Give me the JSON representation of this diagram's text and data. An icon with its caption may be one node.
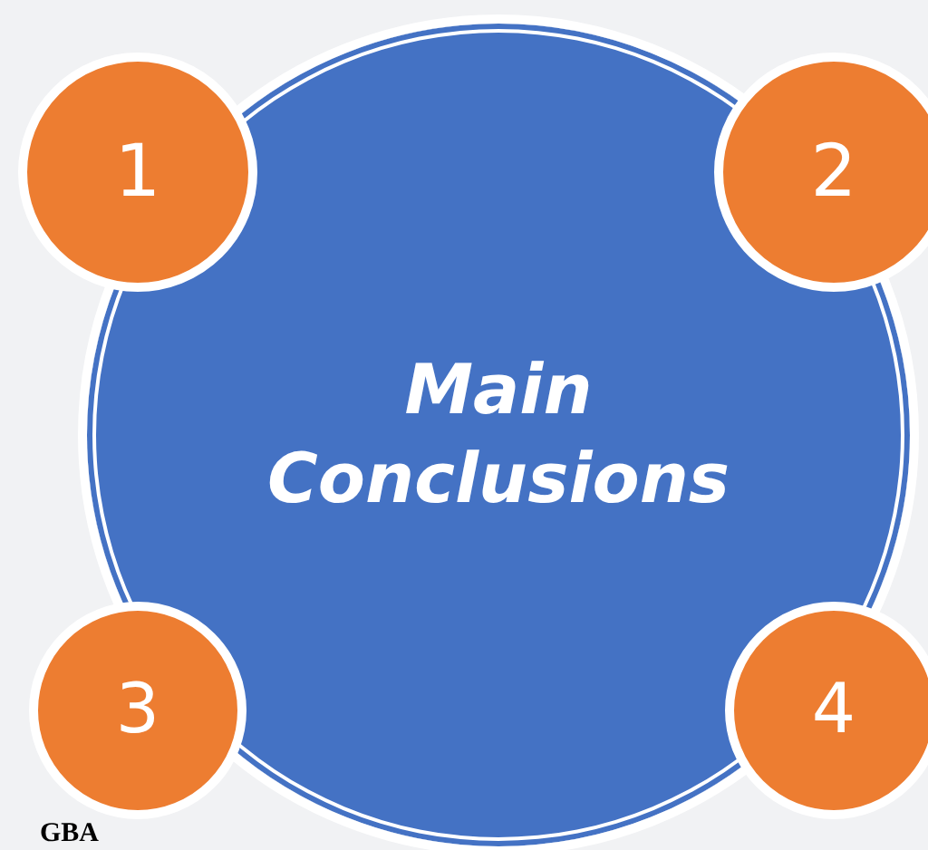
{
  "diagram": {
    "nodes": [
      {
        "text": [
          "Main Conclusions"
        ]
      },
      {
        "text": [
          "1"
        ]
      },
      {
        "text": [
          "2"
        ]
      },
      {
        "text": [
          "3"
        ]
      },
      {
        "text": [
          "4"
        ]
      }
    ],
    "labels": [
      "GBA"
    ]
  }
}
